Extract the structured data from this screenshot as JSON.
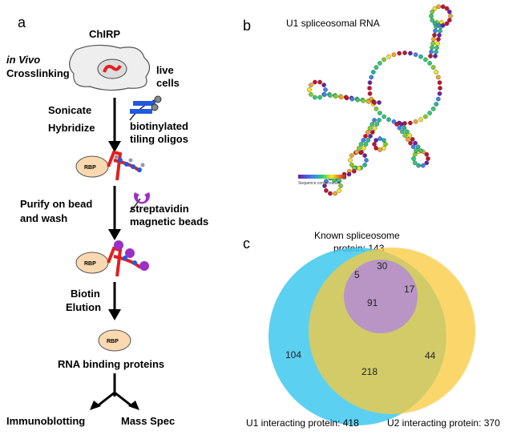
{
  "panels": {
    "a": "a",
    "b": "b",
    "c": "c"
  },
  "panel_a": {
    "title": "ChIRP",
    "in_vivo": "in Vivo",
    "crosslinking": "Crosslinking",
    "live": "live",
    "cells": "cells",
    "sonicate": "Sonicate",
    "hybridize": "Hybridize",
    "biotinylated": "biotinylated",
    "tiling_oligos": "tiling oligos",
    "purify": "Purify on bead",
    "and_wash": "and wash",
    "streptavidin": "streptavidin",
    "magnetic_beads": "magnetic beads",
    "biotin": "Biotin",
    "elution": "Elution",
    "rbp": "RBP",
    "rna_binding": "RNA binding proteins",
    "immunoblotting": "Immunoblotting",
    "mass_spec": "Mass Spec"
  },
  "panel_b": {
    "title": "U1 spliceosomal RNA",
    "legend_label": "Sequence conservation",
    "colors": [
      "#c8102e",
      "#f5a623",
      "#f8e71c",
      "#7ed321",
      "#2ecc71",
      "#1abc9c",
      "#3b82f6",
      "#6b21a8"
    ]
  },
  "panel_c": {
    "known_line1": "Known spliceosome",
    "known_line2": "protein: 143",
    "u1_label": "U1 interacting protein: 418",
    "u2_label": "U2 interacting protein: 370",
    "regions": {
      "only_known": "30",
      "u1_known": "5",
      "u2_known": "17",
      "all_three": "91",
      "only_u1": "104",
      "u1_u2": "218",
      "only_u2": "44"
    },
    "colors": {
      "u1": "#3fc8ee",
      "u2": "#f9c93a",
      "known": "#b48cd6"
    }
  }
}
